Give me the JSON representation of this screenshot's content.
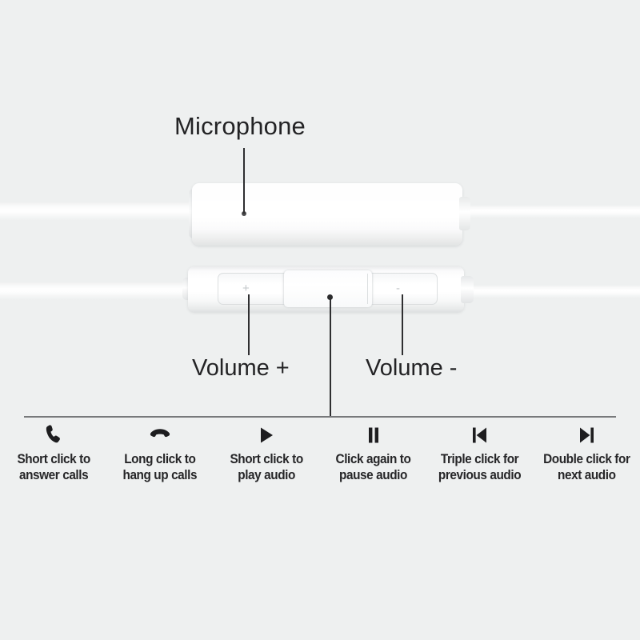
{
  "background_color": "#eef0f0",
  "product": {
    "type": "earphone-inline-remote-diagram",
    "microphone_module": {
      "label": "Microphone",
      "mic_hole_icon": "microphone-pinhole"
    },
    "remote_module": {
      "volume_up_label": "Volume +",
      "volume_down_label": "Volume -",
      "volume_up_engraving": "+",
      "volume_down_engraving": "-",
      "center_button_name": "center-multifunction-button"
    }
  },
  "legend": {
    "items": [
      {
        "icon": "phone-handset-icon",
        "glyph": "answer",
        "line1": "Short click to",
        "line2": "answer calls",
        "text": "Short click to\nanswer calls"
      },
      {
        "icon": "phone-hangup-icon",
        "glyph": "hangup",
        "line1": "Long click to",
        "line2": "hang up calls",
        "text": "Long click to\nhang up calls"
      },
      {
        "icon": "play-icon",
        "glyph": "play",
        "line1": "Short click to",
        "line2": "play audio",
        "text": "Short click to\nplay audio"
      },
      {
        "icon": "pause-icon",
        "glyph": "pause",
        "line1": "Click again to",
        "line2": "pause audio",
        "text": "Click again to\npause audio"
      },
      {
        "icon": "previous-track-icon",
        "glyph": "previous",
        "line1": "Triple click for",
        "line2": "previous audio",
        "text": "Triple click for\nprevious audio"
      },
      {
        "icon": "next-track-icon",
        "glyph": "next",
        "line1": "Double click for",
        "line2": "next audio",
        "text": "Double click for\nnext audio"
      }
    ]
  },
  "colors": {
    "text": "#262628",
    "divider": "#77797b",
    "leader_line": "#2f2f31",
    "cable": "#ffffff"
  }
}
